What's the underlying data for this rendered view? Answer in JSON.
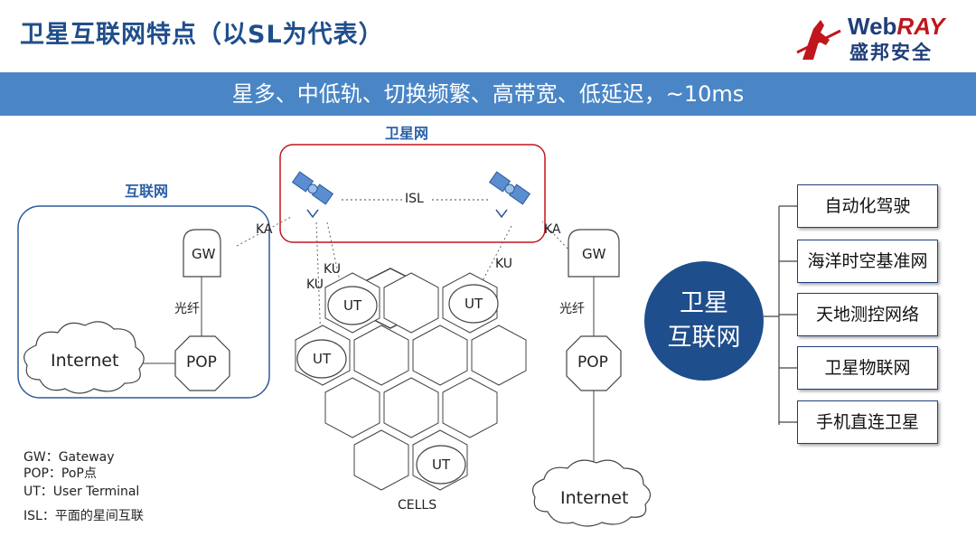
{
  "header": {
    "title": "卫星互联网特点（以SL为代表）",
    "brand_web": "Web",
    "brand_ray": "RAY",
    "brand_cn": "盛邦安全"
  },
  "banner": {
    "text": "星多、中低轨、切换频繁、高带宽、低延迟，~10ms"
  },
  "diagram": {
    "satellite_net_label": "卫星网",
    "internet_region_label": "互联网",
    "isl_label": "ISL",
    "ka_left": "KA",
    "ka_right": "KA",
    "ku_left_1": "KU",
    "ku_left_2": "KU",
    "ku_right": "KU",
    "gw_left": "GW",
    "gw_right": "GW",
    "fiber_left": "光纤",
    "fiber_right": "光纤",
    "pop_left": "POP",
    "pop_right": "POP",
    "internet_left": "Internet",
    "internet_right": "Internet",
    "ut_1": "UT",
    "ut_2": "UT",
    "ut_3": "UT",
    "ut_4": "UT",
    "cells_label": "CELLS"
  },
  "legend": {
    "gw": "GW：Gateway",
    "pop": "POP：PoP点",
    "ut": "UT：User Terminal",
    "isl": "ISL：平面的星间互联"
  },
  "center": {
    "line1": "卫星",
    "line2": "互联网"
  },
  "features": [
    "自动化驾驶",
    "海洋时空基准网",
    "天地测控网络",
    "卫星物联网",
    "手机直连卫星"
  ],
  "colors": {
    "title": "#1f4e8c",
    "band": "#4a86c6",
    "satellite_box": "#c0161d",
    "circle": "#1f4e8c"
  }
}
